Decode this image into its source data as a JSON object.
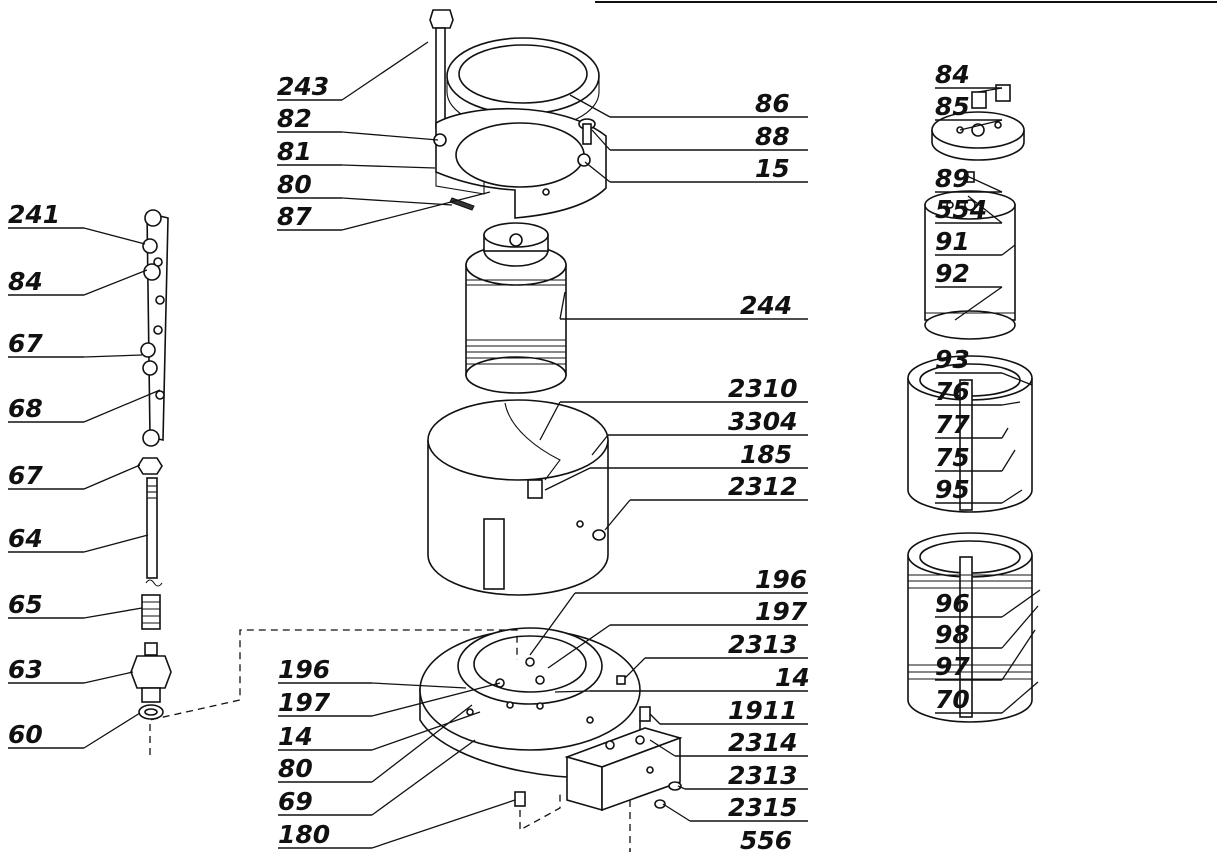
{
  "diagram": {
    "callouts": [
      {
        "id": "243",
        "label": "243"
      },
      {
        "id": "82",
        "label": "82"
      },
      {
        "id": "81",
        "label": "81"
      },
      {
        "id": "80-top",
        "label": "80"
      },
      {
        "id": "87",
        "label": "87"
      },
      {
        "id": "86",
        "label": "86"
      },
      {
        "id": "88",
        "label": "88"
      },
      {
        "id": "15",
        "label": "15"
      },
      {
        "id": "244",
        "label": "244"
      },
      {
        "id": "2310",
        "label": "2310"
      },
      {
        "id": "3304",
        "label": "3304"
      },
      {
        "id": "185",
        "label": "185"
      },
      {
        "id": "2312",
        "label": "2312"
      },
      {
        "id": "196-right",
        "label": "196"
      },
      {
        "id": "197-right",
        "label": "197"
      },
      {
        "id": "2313-a",
        "label": "2313"
      },
      {
        "id": "14-right",
        "label": "14"
      },
      {
        "id": "1911",
        "label": "1911"
      },
      {
        "id": "2314",
        "label": "2314"
      },
      {
        "id": "2313-b",
        "label": "2313"
      },
      {
        "id": "2315",
        "label": "2315"
      },
      {
        "id": "556",
        "label": "556"
      },
      {
        "id": "196-left",
        "label": "196"
      },
      {
        "id": "197-left",
        "label": "197"
      },
      {
        "id": "14-left",
        "label": "14"
      },
      {
        "id": "80-bottom",
        "label": "80"
      },
      {
        "id": "69",
        "label": "69"
      },
      {
        "id": "180",
        "label": "180"
      },
      {
        "id": "241",
        "label": "241"
      },
      {
        "id": "84-left",
        "label": "84"
      },
      {
        "id": "67-top",
        "label": "67"
      },
      {
        "id": "68",
        "label": "68"
      },
      {
        "id": "67-bottom",
        "label": "67"
      },
      {
        "id": "64",
        "label": "64"
      },
      {
        "id": "65",
        "label": "65"
      },
      {
        "id": "63",
        "label": "63"
      },
      {
        "id": "60",
        "label": "60"
      },
      {
        "id": "84-right",
        "label": "84"
      },
      {
        "id": "85",
        "label": "85"
      },
      {
        "id": "89",
        "label": "89"
      },
      {
        "id": "554",
        "label": "554"
      },
      {
        "id": "91",
        "label": "91"
      },
      {
        "id": "92",
        "label": "92"
      },
      {
        "id": "93",
        "label": "93"
      },
      {
        "id": "76",
        "label": "76"
      },
      {
        "id": "77",
        "label": "77"
      },
      {
        "id": "75",
        "label": "75"
      },
      {
        "id": "95",
        "label": "95"
      },
      {
        "id": "96",
        "label": "96"
      },
      {
        "id": "98",
        "label": "98"
      },
      {
        "id": "97",
        "label": "97"
      },
      {
        "id": "70",
        "label": "70"
      }
    ]
  }
}
